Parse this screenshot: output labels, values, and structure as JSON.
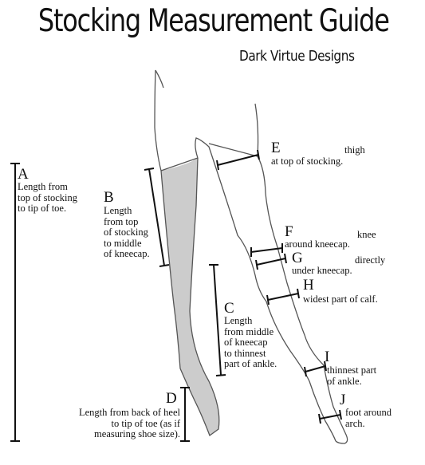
{
  "title": "Stocking Measurement Guide",
  "subtitle": "Dark Virtue Designs",
  "measurements": {
    "A": {
      "letter": "A",
      "text": "Length from\ntop of stocking\nto tip of toe."
    },
    "B": {
      "letter": "B",
      "text": "Length\nfrom top\nof stocking\nto middle\nof kneecap."
    },
    "C": {
      "letter": "C",
      "text": "Length\nfrom middle\nof kneecap\nto thinnest\npart of ankle."
    },
    "D": {
      "letter": "D",
      "text": "Length from back of heel\nto tip of toe (as if\nmeasuring shoe size)."
    },
    "E": {
      "letter": "E",
      "word": "thigh",
      "text": "at top of stocking."
    },
    "F": {
      "letter": "F",
      "word": "knee",
      "text": "around kneecap."
    },
    "G": {
      "letter": "G",
      "word": "directly",
      "text": "under kneecap."
    },
    "H": {
      "letter": "H",
      "text": "widest part of calf."
    },
    "I": {
      "letter": "I",
      "text": "thinnest part\nof ankle."
    },
    "J": {
      "letter": "J",
      "text": "foot around\narch."
    }
  },
  "colors": {
    "stocking": "#cccccc",
    "outline": "#555555",
    "ink": "#111111"
  }
}
